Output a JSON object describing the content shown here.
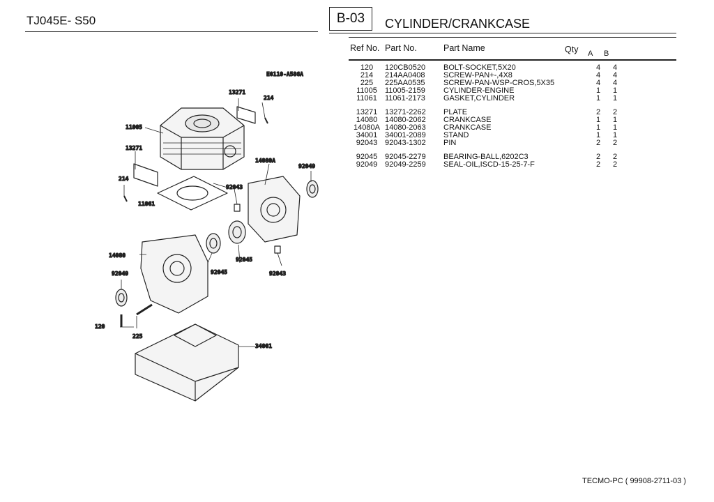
{
  "header": {
    "model": "TJ045E- S50",
    "section_code": "B-03",
    "section_title": "CYLINDER/CRANKCASE"
  },
  "table": {
    "columns": {
      "ref": "Ref No.",
      "part": "Part No.",
      "name": "Part Name",
      "qty": "Qty",
      "a": "A",
      "b": "B"
    },
    "groups": [
      [
        {
          "ref": "120",
          "part": "120CB0520",
          "name": "BOLT-SOCKET,5X20",
          "a": "4",
          "b": "4"
        },
        {
          "ref": "214",
          "part": "214AA0408",
          "name": "SCREW-PAN+-,4X8",
          "a": "4",
          "b": "4"
        },
        {
          "ref": "225",
          "part": "225AA0535",
          "name": "SCREW-PAN-WSP-CROS,5X35",
          "a": "4",
          "b": "4"
        },
        {
          "ref": "11005",
          "part": "11005-2159",
          "name": "CYLINDER-ENGINE",
          "a": "1",
          "b": "1"
        },
        {
          "ref": "11061",
          "part": "11061-2173",
          "name": "GASKET,CYLINDER",
          "a": "1",
          "b": "1"
        }
      ],
      [
        {
          "ref": "13271",
          "part": "13271-2262",
          "name": "PLATE",
          "a": "2",
          "b": "2"
        },
        {
          "ref": "14080",
          "part": "14080-2062",
          "name": "CRANKCASE",
          "a": "1",
          "b": "1"
        },
        {
          "ref": "14080A",
          "part": "14080-2063",
          "name": "CRANKCASE",
          "a": "1",
          "b": "1"
        },
        {
          "ref": "34001",
          "part": "34001-2089",
          "name": "STAND",
          "a": "1",
          "b": "1"
        },
        {
          "ref": "92043",
          "part": "92043-1302",
          "name": "PIN",
          "a": "2",
          "b": "2"
        }
      ],
      [
        {
          "ref": "92045",
          "part": "92045-2279",
          "name": "BEARING-BALL,6202C3",
          "a": "2",
          "b": "2"
        },
        {
          "ref": "92049",
          "part": "92049-2259",
          "name": "SEAL-OIL,ISCD-15-25-7-F",
          "a": "2",
          "b": "2"
        }
      ]
    ]
  },
  "diagram": {
    "code": "E0110-A586A",
    "labels": {
      "l13271a": "13271",
      "l214a": "214",
      "l11005": "11005",
      "l13271b": "13271",
      "l14080a": "14080A",
      "l92049a": "92049",
      "l214b": "214",
      "l92043a": "92043",
      "l11061": "11061",
      "l92045a": "92045",
      "l14080": "14080",
      "l92049b": "92049",
      "l92045b": "92045",
      "l92043b": "92043",
      "l120": "120",
      "l225": "225",
      "l34001": "34001"
    }
  },
  "footer": {
    "text": "TECMO-PC ( 99908-2711-03 )"
  }
}
